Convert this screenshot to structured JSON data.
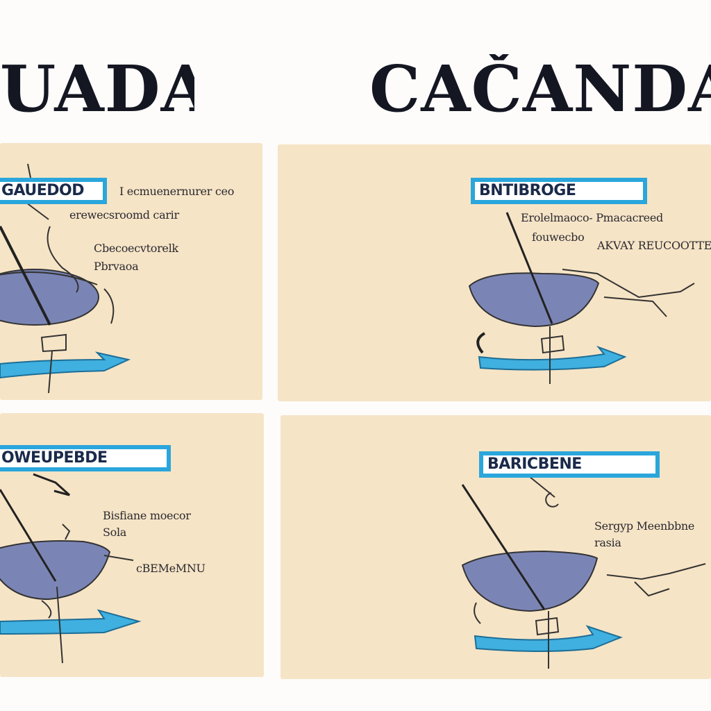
{
  "titles": {
    "left": "UADA",
    "right": "CAČANDAC"
  },
  "colors": {
    "background": "#fdfcfa",
    "panel": "#f6e4c6",
    "bowl": "#7b85b5",
    "label_border": "#2aa6dc",
    "arrow": "#3fb0e0",
    "ink": "#1e2030"
  },
  "panels": [
    {
      "label": "GAUEDOD",
      "notes": [
        "I ecmuenernurer ceo",
        "erewecsroomd carir",
        "Cbecoecvtorelk",
        "Pbrvaoa"
      ]
    },
    {
      "label": "BNTIBROGE",
      "notes": [
        "Erolelmaoco- Pmacacreed",
        "fouwecbo",
        "AKVAY REUCOOTTE"
      ]
    },
    {
      "label": "OWEUPEBDE",
      "notes": [
        "Bisfiane moecor",
        "Sola",
        "cBEMeMNU"
      ]
    },
    {
      "label": "BARICBENE",
      "notes": [
        "Sergyp Meenbbne",
        "rasia"
      ]
    }
  ]
}
